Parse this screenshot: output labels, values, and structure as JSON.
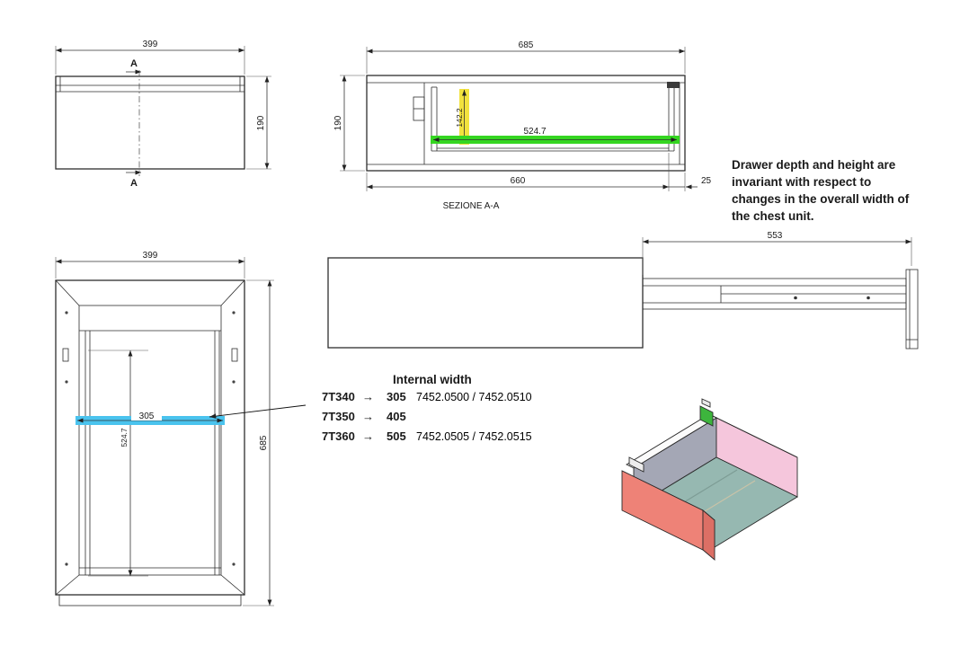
{
  "drawing": {
    "side_view": {
      "dim_width": "399",
      "dim_height": "190",
      "section_label": "A"
    },
    "section_view": {
      "dim_width": "685",
      "dim_height": "190",
      "dim_drawer_height": "142.2",
      "dim_internal_depth": "524.7",
      "dim_base": "660",
      "dim_offset": "25",
      "caption": "SEZIONE A-A"
    },
    "slide_view": {
      "dim_slide_length": "553"
    },
    "front_view": {
      "dim_width": "399",
      "dim_height": "685",
      "dim_internal_height": "524.7",
      "dim_internal_width": "305"
    }
  },
  "note": {
    "color": "#b22222",
    "lines": [
      "Drawer depth and height are",
      "invariant with respect to",
      "changes in the overall width of",
      "the chest unit."
    ]
  },
  "legend": {
    "title": "Internal width",
    "title_color": "#e00000",
    "arrow_glyph": "→",
    "rows": [
      {
        "model": "7T340",
        "internal_width": "305",
        "codes": "7452.0500 / 7452.0510",
        "color": "#00aeef"
      },
      {
        "model": "7T350",
        "internal_width": "405",
        "codes": "",
        "color": "#c433c4"
      },
      {
        "model": "7T360",
        "internal_width": "505",
        "codes": "7452.0505 / 7452.0515",
        "color": "#ef7f1a"
      }
    ]
  },
  "highlights": {
    "internal_depth_color": "#35d621",
    "drawer_height_color": "#f2e23e",
    "internal_width_color": "#4ac3ee"
  }
}
